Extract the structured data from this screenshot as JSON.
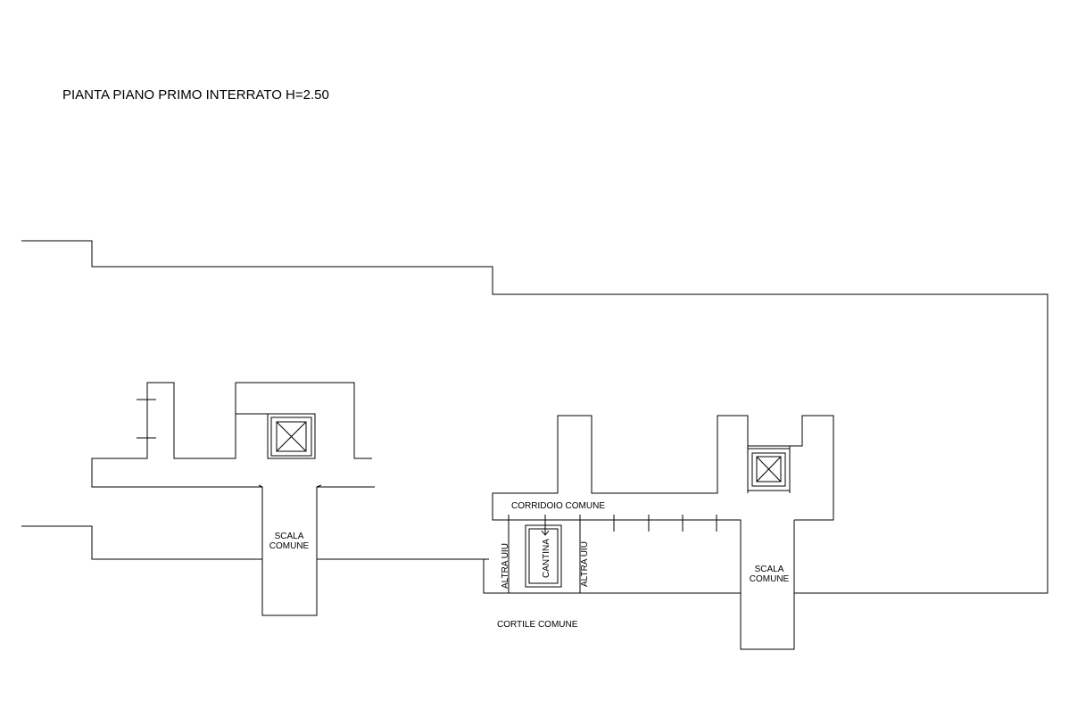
{
  "title": "PIANTA PIANO PRIMO INTERRATO H=2.50",
  "labels": {
    "scala_left_1": "SCALA",
    "scala_left_2": "COMUNE",
    "corridoio": "CORRIDOIO COMUNE",
    "altra_uiu_left": "ALTRA UIU",
    "cantina": "CANTINA",
    "altra_uiu_right": "ALTRA UIU",
    "scala_right_1": "SCALA",
    "scala_right_2": "COMUNE",
    "cortile": "CORTILE COMUNE"
  }
}
